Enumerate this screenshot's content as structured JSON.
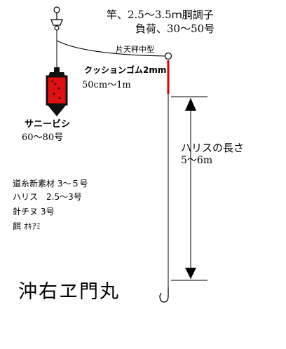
{
  "rod": {
    "line1": "竿、2.5〜3.5ｍ胴調子",
    "line2": "負荷、30〜50号"
  },
  "tenbin_label": "片天秤中型",
  "cushion_gomu": {
    "label": "クッションゴム2mm",
    "length": "50cm〜1m"
  },
  "sinker": {
    "name": "サニービシ",
    "weight": "60〜80号"
  },
  "harisu_length": {
    "label": "ハリスの長さ",
    "value": "5〜6m"
  },
  "tackle_list": [
    "道糸新素材 3〜５号",
    "ハリス　2.5〜3号",
    "針チヌ 3号",
    "餌 ｵｷｱﾐ"
  ],
  "boat_name": "沖右ヱ門丸",
  "colors": {
    "line": "#000000",
    "cushion": "#e00000",
    "sinker_body": "#e01010"
  }
}
